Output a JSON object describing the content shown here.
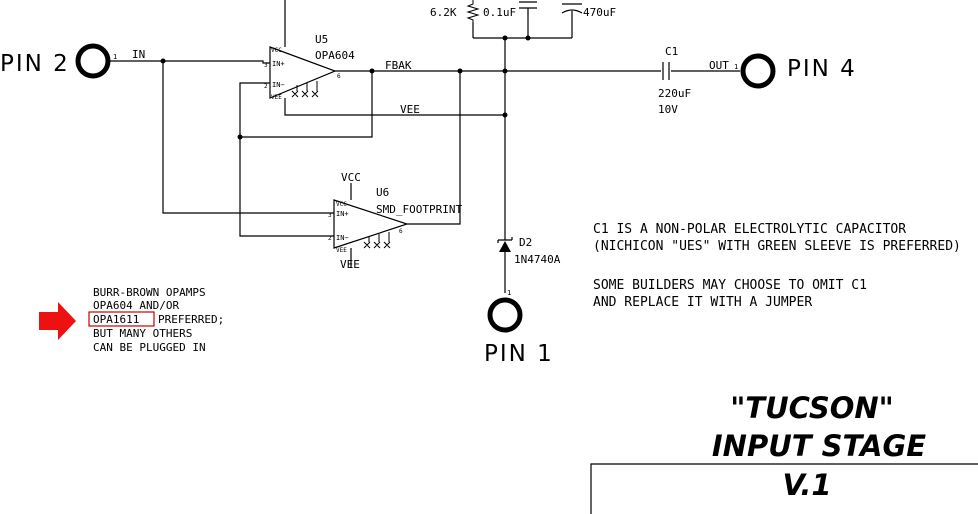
{
  "pins": {
    "pin2": "PIN 2",
    "pin4": "PIN 4",
    "pin1": "PIN 1",
    "pin2_num": "1",
    "out_num": "1",
    "pin1_num": "1"
  },
  "nets": {
    "in": "IN",
    "fbak": "FBAK",
    "vee": "VEE",
    "out": "OUT"
  },
  "top_parts": {
    "r_value": "6.2K",
    "c_small": "0.1uF",
    "c_big": "470uF"
  },
  "u5": {
    "ref": "U5",
    "value": "OPA604",
    "vcc": "VCC",
    "vee": "VEE",
    "in_plus": "IN+",
    "in_minus": "IN−",
    "pin3": "3",
    "pin2": "2",
    "pin6": "6"
  },
  "u6": {
    "ref": "U6",
    "value": "SMD_FOOTPRINT",
    "vcc_net": "VCC",
    "vee_net": "VEE",
    "vcc": "VCC",
    "vee": "VEE",
    "in_plus": "IN+",
    "in_minus": "IN−",
    "pin3": "3",
    "pin2": "2",
    "pin6": "6"
  },
  "c1": {
    "ref": "C1",
    "value": "220uF",
    "voltage": "10V"
  },
  "d2": {
    "ref": "D2",
    "value": "1N4740A"
  },
  "notes": {
    "opamps": [
      "BURR-BROWN OPAMPS",
      "OPA604 AND/OR",
      "OPA1611",
      "PREFERRED;",
      "BUT MANY OTHERS",
      "CAN BE PLUGGED IN"
    ],
    "cap_line1": "C1 IS A NON-POLAR ELECTROLYTIC CAPACITOR",
    "cap_line2": "(NICHICON \"UES\" WITH GREEN SLEEVE IS PREFERRED)",
    "omit_line1": "SOME BUILDERS MAY CHOOSE TO OMIT C1",
    "omit_line2": "AND REPLACE IT WITH A JUMPER"
  },
  "title_block": {
    "line1": "\"TUCSON\"",
    "line2": "INPUT STAGE",
    "version": "V.1"
  },
  "colors": {
    "arrow": "#ee1111",
    "highlight_box": "#cc0000"
  }
}
